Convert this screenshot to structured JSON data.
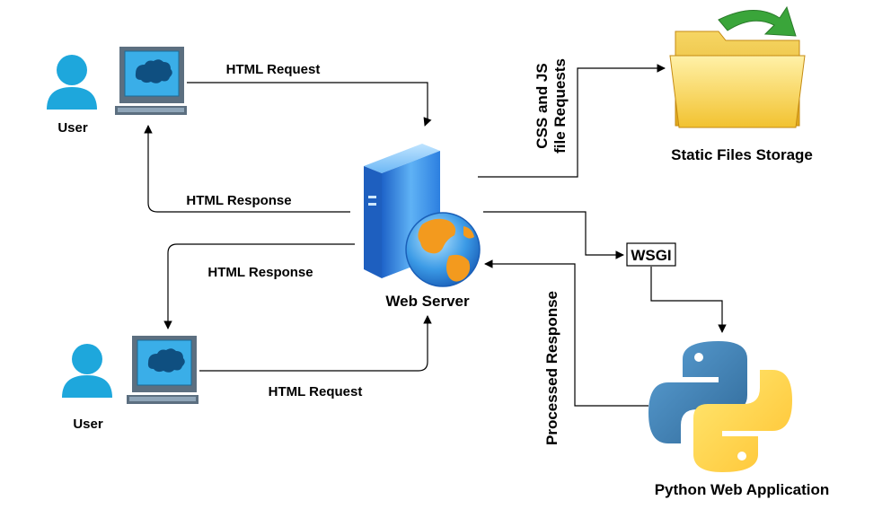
{
  "nodes": {
    "user_top": "User",
    "user_bottom": "User",
    "web_server": "Web Server",
    "static_storage": "Static Files Storage",
    "wsgi": "WSGI",
    "python_app": "Python Web Application"
  },
  "edges": {
    "html_request_top": "HTML Request",
    "html_response_top": "HTML Response",
    "html_response_bottom": "HTML Response",
    "html_request_bottom": "HTML Request",
    "css_js_line1": "CSS and JS",
    "css_js_line2": "file Requests",
    "processed_response": "Processed Response"
  },
  "colors": {
    "user": "#1ea7dc",
    "monitor": "#1f8fc4",
    "server": "#2f86e0",
    "folder": "#f2c230",
    "arrow_green": "#3aa53a",
    "python_blue": "#3571a6",
    "python_yellow": "#f4cb34"
  },
  "icons": [
    "user-icon",
    "computer-icon",
    "server-icon",
    "globe-icon",
    "folder-icon",
    "python-logo-icon"
  ]
}
